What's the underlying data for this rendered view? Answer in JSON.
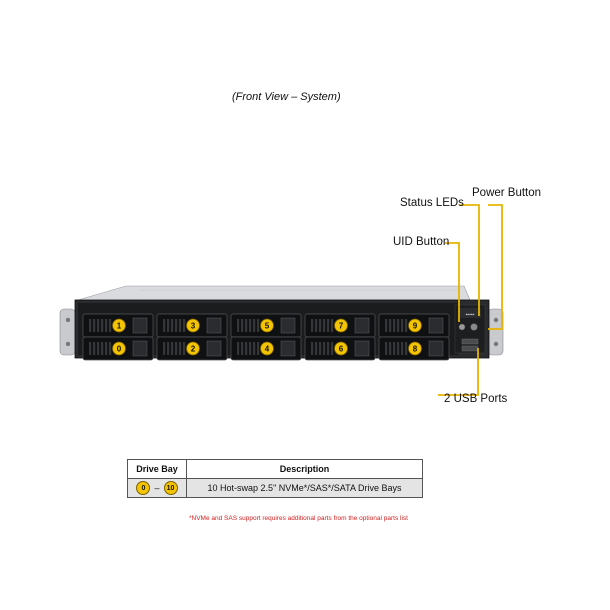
{
  "caption": "(Front View – System)",
  "callouts": {
    "status_leds": "Status LEDs",
    "power_button": "Power Button",
    "uid_button": "UID Button",
    "usb_ports": "2 USB Ports"
  },
  "bays": {
    "top": [
      "1",
      "3",
      "5",
      "7",
      "9"
    ],
    "bottom": [
      "0",
      "2",
      "4",
      "6",
      "8"
    ]
  },
  "table": {
    "header_bay": "Drive Bay",
    "header_desc": "Description",
    "row_from": "0",
    "row_sep": "–",
    "row_to": "10",
    "row_desc": "10 Hot-swap 2.5\" NVMe*/SAS*/SATA Drive Bays"
  },
  "footnote": "*NVMe and SAS support requires additional parts from the optional parts list",
  "colors": {
    "badge": "#f5c400",
    "leader": "#e7b400",
    "note": "#d42020"
  }
}
